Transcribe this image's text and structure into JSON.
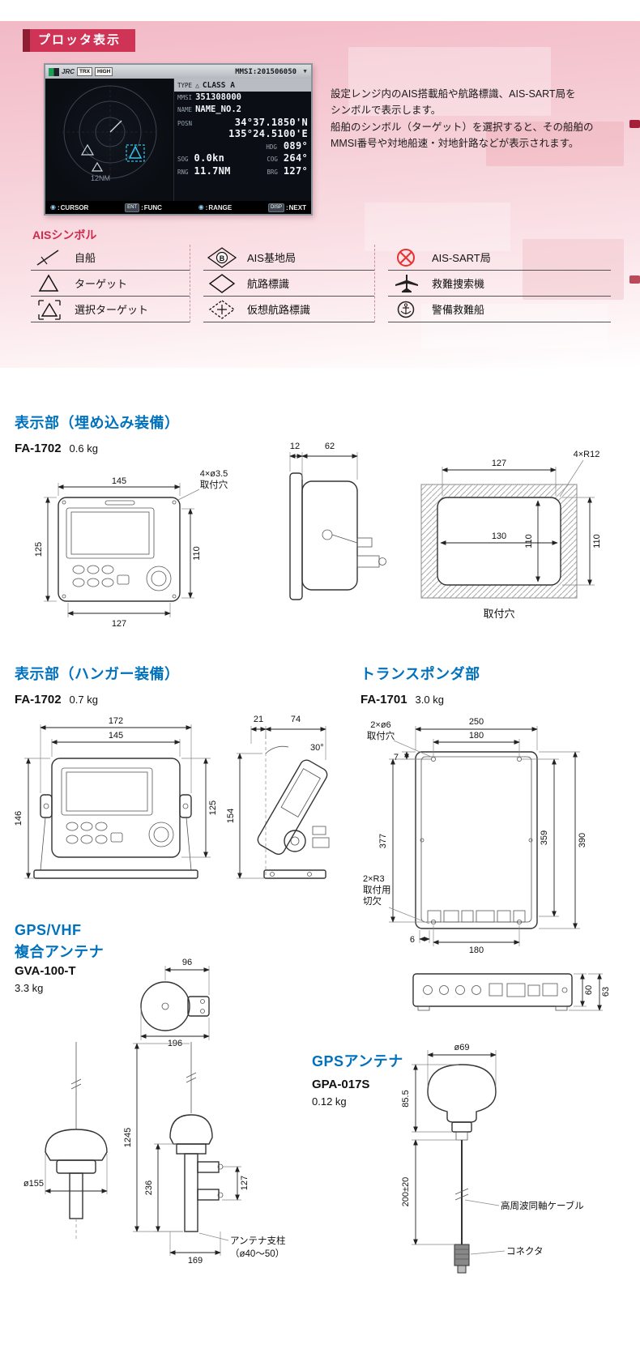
{
  "header": {
    "title": "プロッタ表示"
  },
  "intro": {
    "line1": "設定レンジ内のAIS搭載船や航路標識、AIS-SART局を",
    "line2": "シンボルで表示します。",
    "line3": "船舶のシンボル（ターゲット）を選択すると、その船舶の",
    "line4": "MMSI番号や対地船速・対地針路などが表示されます。"
  },
  "screen": {
    "top": {
      "brand": "JRC",
      "trx": "TRX",
      "high": "HIGH",
      "mmsi": "MMSI:201506050",
      "caret": "▼"
    },
    "radar": {
      "range": "12NM"
    },
    "info": {
      "type_label": "TYPE",
      "type_glyph": "△",
      "type_value": "CLASS A",
      "mmsi_label": "MMSI",
      "mmsi": "351308000",
      "name_label": "NAME",
      "name": "NAME_NO.2",
      "posn_label": "POSN",
      "lat": "34°37.1850'N",
      "lon": "135°24.5100'E",
      "hdg_label": "HDG",
      "hdg": "089°",
      "sog_label": "SOG",
      "sog": "0.0kn",
      "cog_label": "COG",
      "cog": "264°",
      "rng_label": "RNG",
      "rng": "11.7NM",
      "brg_label": "BRG",
      "brg": "127°"
    },
    "bottom": {
      "k1": "◉",
      "b1": "CURSOR",
      "k2": "ENT",
      "b2": "FUNC",
      "k3": "◉",
      "b3": "RANGE",
      "k4": "DISP",
      "b4": "NEXT"
    }
  },
  "symbols": {
    "title": "AISシンボル",
    "ownship": "自船",
    "target": "ターゲット",
    "selected": "選択ターゲット",
    "base": "AIS基地局",
    "aton": "航路標識",
    "vaton": "仮想航路標識",
    "sart": "AIS-SART局",
    "aircraft": "救難捜索機",
    "patrol": "警備救難船",
    "base_letter": "B"
  },
  "flush": {
    "title": "表示部（埋め込み装備）",
    "model": "FA-1702",
    "weight": "0.6 kg",
    "w": "145",
    "hole": "4×ø3.5",
    "hole_cap": "取付穴",
    "h_left": "125",
    "h_right": "110",
    "w_bottom": "127",
    "side_d1": "12",
    "side_d2": "62",
    "cut_corner": "4×R12",
    "cut_top": "127",
    "cut_w": "130",
    "cut_h": "110",
    "cut_right": "110",
    "cut_caption": "取付穴"
  },
  "hanger": {
    "title": "表示部（ハンガー装備）",
    "model": "FA-1702",
    "weight": "0.7 kg",
    "outer_w": "172",
    "inner_w": "145",
    "h_left": "146",
    "h_right": "125",
    "side_d1": "21",
    "side_d2": "74",
    "angle": "30°",
    "side_h": "154"
  },
  "transponder": {
    "title": "トランスポンダ部",
    "model": "FA-1701",
    "weight": "3.0 kg",
    "hole": "2×ø6",
    "hole_cap": "取付穴",
    "outer_w": "250",
    "inner_w": "180",
    "top_off": "7",
    "h_left": "377",
    "h_inner": "359",
    "h_outer": "390",
    "notch1": "2×R3",
    "notch2": "取付用",
    "notch3": "切欠",
    "bot_off": "6",
    "bot_w": "180",
    "side_d1": "60",
    "side_d2": "63"
  },
  "gva": {
    "title1": "GPS/VHF",
    "title2": "複合アンテナ",
    "model": "GVA-100-T",
    "weight": "3.3 kg",
    "top_w": "96",
    "top_l": "196",
    "dia": "ø155",
    "h": "1245",
    "h2": "236",
    "base_w": "169",
    "bracket": "127",
    "pole1": "アンテナ支柱",
    "pole2": "（ø40〜50）"
  },
  "gpa": {
    "title": "GPSアンテナ",
    "model": "GPA-017S",
    "weight": "0.12 kg",
    "dia": "ø69",
    "h1": "85.5",
    "h2": "200±20",
    "cable": "高周波同軸ケーブル",
    "conn": "コネクタ"
  }
}
